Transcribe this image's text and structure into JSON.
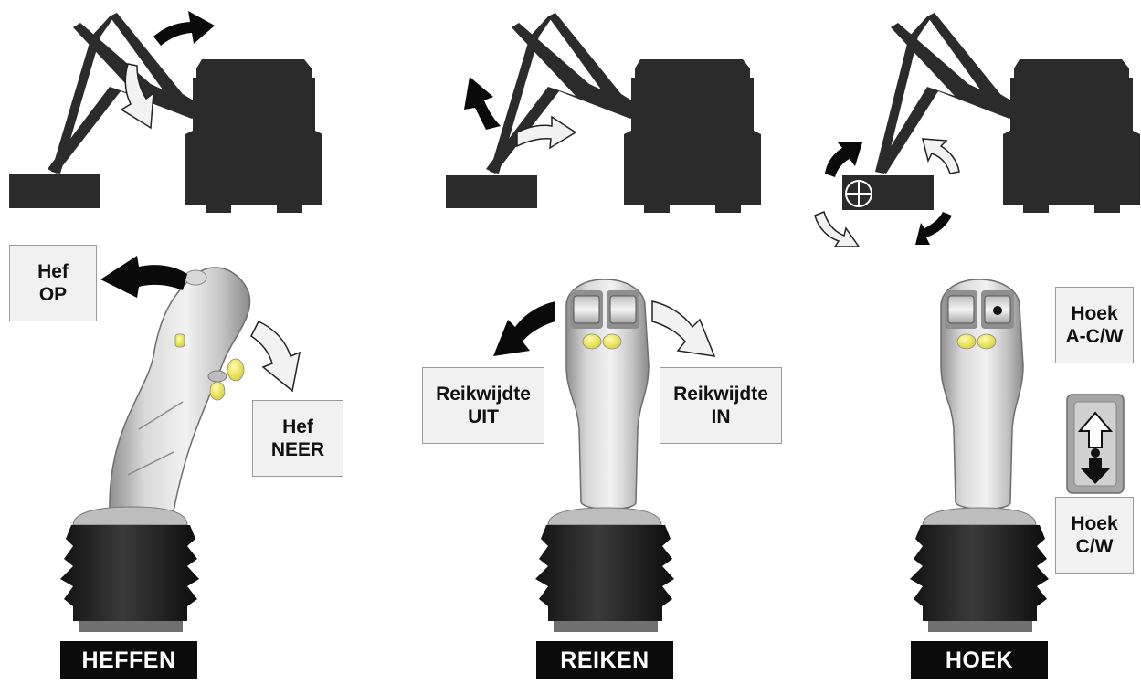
{
  "panels": {
    "lift": {
      "up_label": {
        "line1": "Hef",
        "line2": "OP"
      },
      "down_label": {
        "line1": "Hef",
        "line2": "NEER"
      },
      "caption": "HEFFEN"
    },
    "reach": {
      "out_label": {
        "line1": "Reikwijdte",
        "line2": "UIT"
      },
      "in_label": {
        "line1": "Reikwijdte",
        "line2": "IN"
      },
      "caption": "REIKEN"
    },
    "angle": {
      "acw_label": {
        "line1": "Hoek",
        "line2": "A-C/W"
      },
      "cw_label": {
        "line1": "Hoek",
        "line2": "C/W"
      },
      "caption": "HOEK"
    }
  },
  "colors": {
    "silhouette": "#2b2b2b",
    "joystick_body": "#c8c8c8",
    "button_yellow": "#f2ee4c",
    "arrow_dark": "#0a0a0a",
    "arrow_light": "#f2f2f2"
  }
}
